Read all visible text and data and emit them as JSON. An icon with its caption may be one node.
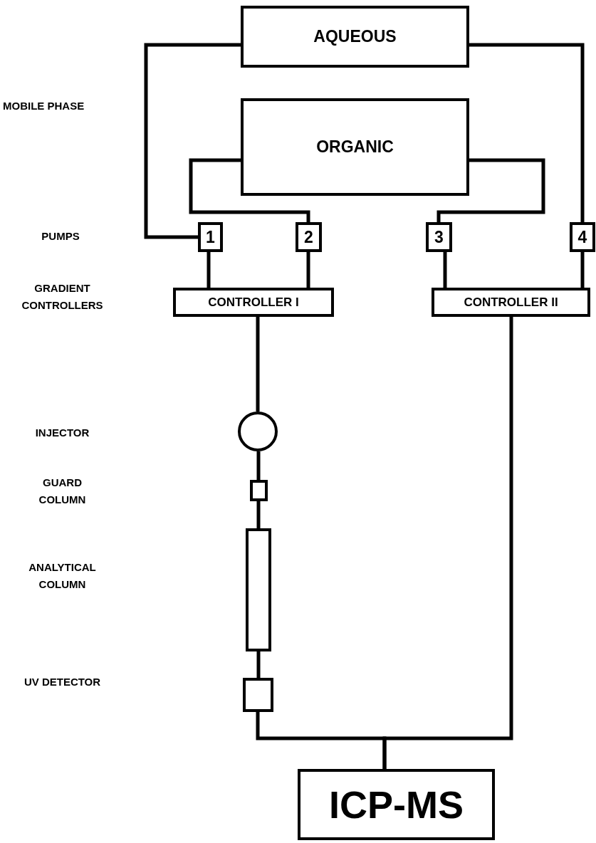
{
  "diagram": {
    "nodes": [
      {
        "text": [
          "AQUEOUS"
        ]
      },
      {
        "text": [
          "ORGANIC"
        ]
      },
      {
        "text": [
          "1"
        ]
      },
      {
        "text": [
          "2"
        ]
      },
      {
        "text": [
          "3"
        ]
      },
      {
        "text": [
          "4"
        ]
      },
      {
        "text": [
          "CONTROLLER I"
        ]
      },
      {
        "text": [
          "CONTROLLER II"
        ]
      },
      {
        "text": [],
        "shape": "circle"
      },
      {
        "text": [],
        "shape": "box"
      },
      {
        "text": [],
        "shape": "bar"
      },
      {
        "text": [],
        "shape": "box"
      },
      {
        "text": [
          "ICP-MS"
        ]
      }
    ],
    "edges": [
      {
        "from": 0,
        "to": 2,
        "arrow": "none"
      },
      {
        "from": 0,
        "to": 5,
        "arrow": "none"
      },
      {
        "from": 1,
        "to": 3,
        "arrow": "none"
      },
      {
        "from": 1,
        "to": 4,
        "arrow": "none"
      },
      {
        "from": 2,
        "to": 6,
        "arrow": "none"
      },
      {
        "from": 3,
        "to": 6,
        "arrow": "none"
      },
      {
        "from": 4,
        "to": 7,
        "arrow": "none"
      },
      {
        "from": 5,
        "to": 7,
        "arrow": "none"
      },
      {
        "from": 6,
        "to": 8,
        "arrow": "none"
      },
      {
        "from": 8,
        "to": 9,
        "arrow": "none"
      },
      {
        "from": 9,
        "to": 10,
        "arrow": "none"
      },
      {
        "from": 10,
        "to": 11,
        "arrow": "none"
      },
      {
        "from": 11,
        "to": 12,
        "arrow": "none"
      },
      {
        "from": 7,
        "to": 12,
        "arrow": "none"
      }
    ],
    "labels": [
      "MOBILE PHASE",
      "PUMPS",
      "GRADIENT CONTROLLERS",
      "INJECTOR",
      "GUARD COLUMN",
      "ANALYTICAL COLUMN",
      "UV DETECTOR"
    ]
  }
}
